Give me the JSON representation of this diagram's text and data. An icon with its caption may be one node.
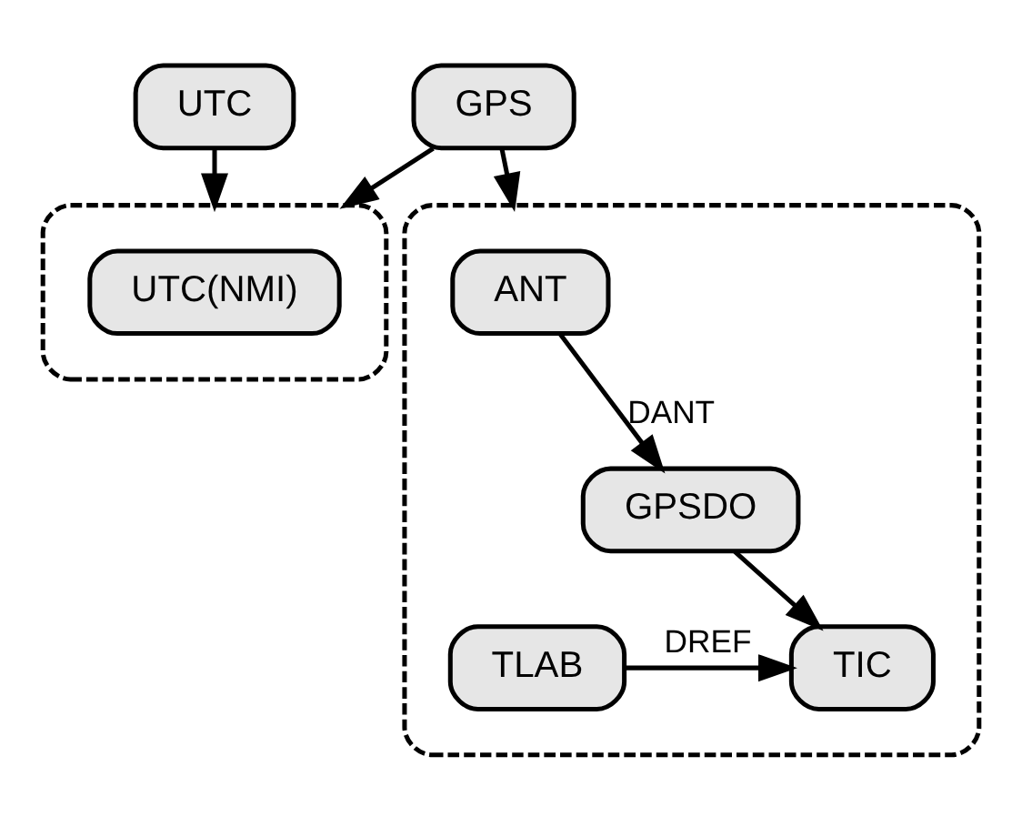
{
  "diagram": {
    "nodes": [
      {
        "text": [
          "UTC"
        ]
      },
      {
        "text": [
          "GPS"
        ]
      },
      {
        "text": [],
        "shape": "box"
      },
      {
        "text": [
          "UTC(NMI)"
        ],
        "in": 2
      },
      {
        "text": [],
        "shape": "box"
      },
      {
        "text": [
          "ANT"
        ],
        "in": 4
      },
      {
        "text": [
          "GPSDO"
        ],
        "in": 4
      },
      {
        "text": [
          "TIC"
        ],
        "in": 4
      },
      {
        "text": [
          "TLAB"
        ],
        "in": 4
      }
    ],
    "edges": [
      {
        "from": 0,
        "to": 2,
        "arrow": "to"
      },
      {
        "from": 1,
        "to": 2,
        "arrow": "to"
      },
      {
        "from": 1,
        "to": 4,
        "arrow": "to"
      },
      {
        "from": 5,
        "to": 6,
        "arrow": "to",
        "label": "DANT"
      },
      {
        "from": 6,
        "to": 7,
        "arrow": "to"
      },
      {
        "from": 8,
        "to": 7,
        "arrow": "to",
        "label": "DREF"
      }
    ]
  }
}
